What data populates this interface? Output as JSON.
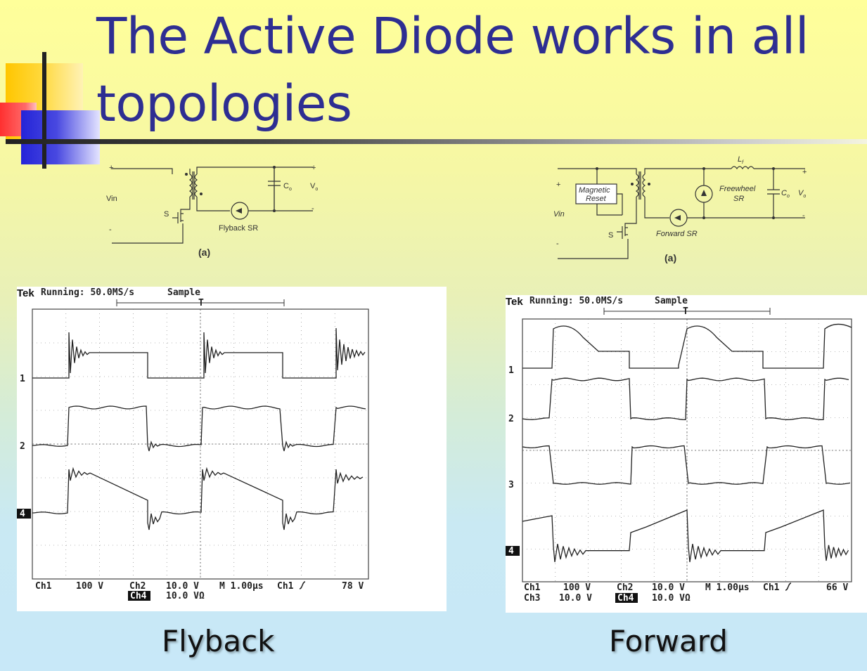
{
  "slide": {
    "title_line1": "The Active Diode works in all",
    "title_line2": "topologies",
    "accent_color": "#2e2e92"
  },
  "flyback": {
    "caption": "Flyback",
    "circuit": {
      "vin": "Vin",
      "plus": "+",
      "minus": "-",
      "switch": "S",
      "sr_label": "Flyback SR",
      "cap": "C",
      "cap_sub": "o",
      "vout": "V",
      "vout_sub": "o",
      "fig": "(a)"
    },
    "scope": {
      "brand": "Tek",
      "status": "Running: 50.0MS/s",
      "mode": "Sample",
      "trigger_marker": "T",
      "ch_markers": [
        "1",
        "2",
        "4"
      ],
      "readout_row1": [
        "Ch1",
        "100 V",
        "Ch2",
        "10.0 V",
        "M 1.00µs",
        "Ch1",
        "78 V"
      ],
      "readout_row2_badge": "Ch4",
      "readout_row2_value": "10.0 VΩ"
    }
  },
  "forward": {
    "caption": "Forward",
    "circuit": {
      "vin": "Vin",
      "plus": "+",
      "minus": "-",
      "switch": "S",
      "magnetic_reset_1": "Magnetic",
      "magnetic_reset_2": "Reset",
      "inductor": "L",
      "inductor_sub": "f",
      "freewheel_1": "Freewheel",
      "freewheel_2": "SR",
      "forward_sr": "Forward SR",
      "cap": "C",
      "cap_sub": "o",
      "vout": "V",
      "vout_sub": "o",
      "fig": "(a)"
    },
    "scope": {
      "brand": "Tek",
      "status": "Running: 50.0MS/s",
      "mode": "Sample",
      "trigger_marker": "T",
      "ch_markers": [
        "1",
        "2",
        "3",
        "4"
      ],
      "readout_row1": [
        "Ch1",
        "100 V",
        "Ch2",
        "10.0 V",
        "M 1.00µs",
        "Ch1",
        "66 V"
      ],
      "readout_row2_ch3": "Ch3",
      "readout_row2_ch3_value": "10.0 V",
      "readout_row2_badge": "Ch4",
      "readout_row2_value": "10.0 VΩ"
    }
  }
}
